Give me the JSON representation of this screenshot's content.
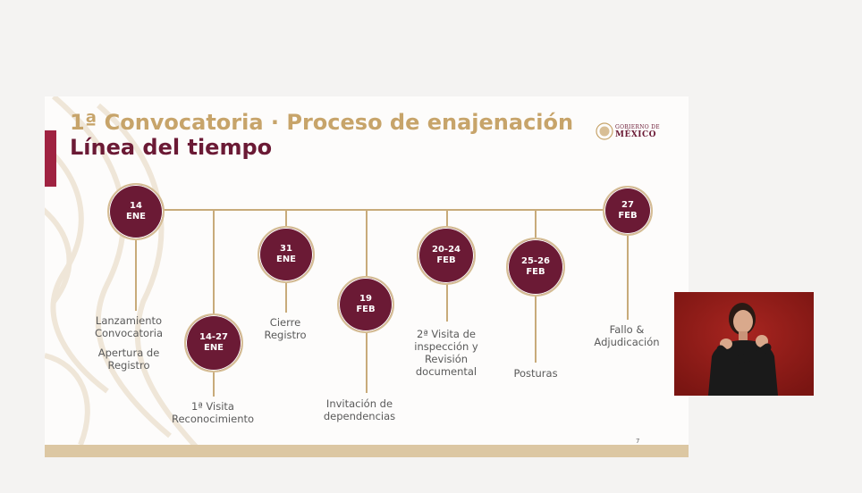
{
  "slide": {
    "title_line1": "1ª Convocatoria · Proceso de enajenación",
    "title_line2": "Línea del tiempo",
    "logo": {
      "line1": "GOBIERNO DE",
      "line2": "MÉXICO"
    },
    "page_number": "7"
  },
  "timeline": {
    "events": [
      {
        "date": "14",
        "month": "ENE",
        "label": "Lanzamiento\nConvocatoria\n\nApertura de\nRegistro"
      },
      {
        "date": "14-27",
        "month": "ENE",
        "label": "1ª Visita\nReconocimiento"
      },
      {
        "date": "31",
        "month": "ENE",
        "label": "Cierre\nRegistro"
      },
      {
        "date": "19",
        "month": "FEB",
        "label": "Invitación de\ndependencias"
      },
      {
        "date": "20-24",
        "month": "FEB",
        "label": "2ª Visita de\ninspección y\nRevisión\ndocumental"
      },
      {
        "date": "25-26",
        "month": "FEB",
        "label": "Posturas"
      },
      {
        "date": "27",
        "month": "FEB",
        "label": "Fallo &\nAdjudicación"
      }
    ]
  },
  "colors": {
    "accent": "#9f2241",
    "gold": "#c7a46a",
    "wine": "#6b1a35",
    "video_bg": "#8e1b17"
  },
  "interpreter_video": {
    "icon": "sign-language-interpreter"
  }
}
